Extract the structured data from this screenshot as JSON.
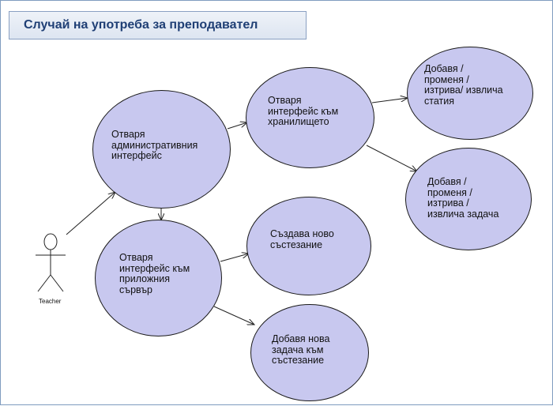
{
  "title": "Случай на употреба за преподавател",
  "actor": {
    "name": "Teacher"
  },
  "use_cases": {
    "admin_interface": "Отваря\nадминистративния\nинтерфейс",
    "repository_interface": "Отваря\nинтерфейс към\nхранилището",
    "app_server_interface": "Отваря\nинтерфейс към\nприложния\nсървър",
    "manage_article": "Добавя /\nпроменя /\nизтрива/ извлича\nстатия",
    "manage_task": "Добавя /\nпроменя /\nизтрива /\nизвлича задача",
    "create_competition": "Създава ново\nсъстезание",
    "add_task_to_competition": "Добавя нова\nзадача към\nсъстезание"
  },
  "colors": {
    "use_case_fill": "#c8c8ef",
    "title_text": "#1f3f75",
    "frame_border": "#7f9cbf"
  }
}
